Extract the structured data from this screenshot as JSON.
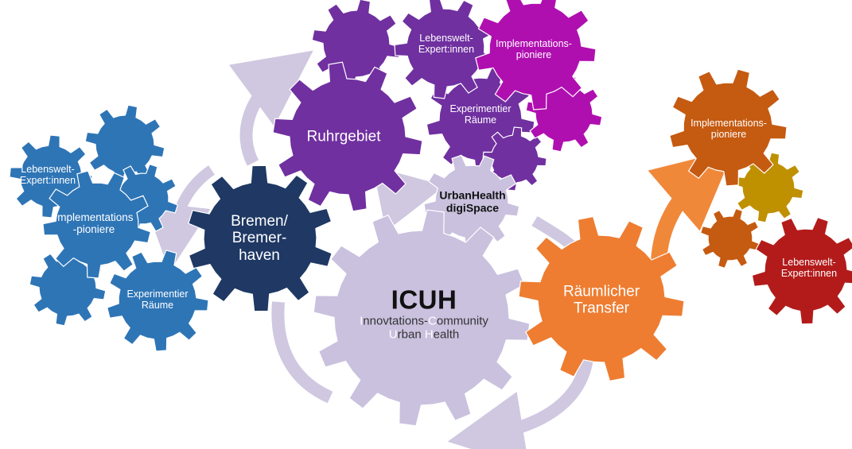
{
  "colors": {
    "arrow_lavender": "#cfc8e0",
    "arrow_orange": "#f0883a",
    "icuh": "#c9c1de",
    "bremen": "#1f3864",
    "ruhr": "#7030a0",
    "transfer": "#ee7d31",
    "blue": "#2e75b6",
    "magenta": "#b00fb0",
    "red": "#b31b1b",
    "gold": "#bf9000",
    "rust": "#c55a11"
  },
  "center": {
    "title": "ICUH",
    "subtitle_line1_a": "I",
    "subtitle_line1_b": "nnovtations-",
    "subtitle_line1_c": "C",
    "subtitle_line1_d": "ommunity",
    "subtitle_line2_a": "U",
    "subtitle_line2_b": "rban ",
    "subtitle_line2_c": "H",
    "subtitle_line2_d": "ealth"
  },
  "digispace": {
    "line1": "UrbanHealth",
    "line2": "digiSpace"
  },
  "hubs": {
    "bremen": {
      "line1": "Bremen/",
      "line2": "Bremer-",
      "line3": "haven"
    },
    "ruhr": {
      "line1": "Ruhrgebiet"
    },
    "transfer": {
      "line1": "Räumlicher",
      "line2": "Transfer"
    }
  },
  "left_cluster": {
    "lebenswelt": {
      "line1": "Lebenswelt-",
      "line2": "Expert:innen"
    },
    "implementation": {
      "line1": "Implementations",
      "line2": "-pioniere"
    },
    "experimentier": {
      "line1": "Experimentier",
      "line2": "Räume"
    }
  },
  "top_cluster": {
    "lebenswelt": {
      "line1": "Lebenswelt-",
      "line2": "Expert:innen"
    },
    "implementation": {
      "line1": "Implementations-",
      "line2": "pioniere"
    },
    "experimentier": {
      "line1": "Experimentier",
      "line2": "Räume"
    }
  },
  "right_cluster": {
    "implementation": {
      "line1": "Implementations-",
      "line2": "pioniere"
    },
    "lebenswelt": {
      "line1": "Lebenswelt-",
      "line2": "Expert:innen"
    }
  }
}
